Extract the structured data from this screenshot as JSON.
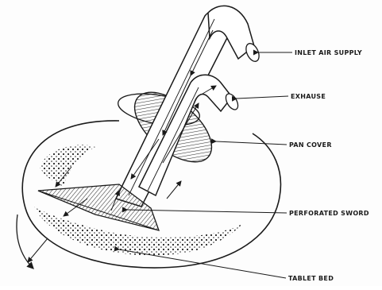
{
  "labels": {
    "inlet": "INLET AIR SUPPLY",
    "exhaust": "EXHAUSE",
    "pan_cover": "PAN COVER",
    "sword": "PERFORATED SWORD",
    "tablet_bed": "TABLET BED"
  },
  "colors": {
    "ink": "#1a1a1a",
    "paper": "#fdfdfd",
    "hatch": "#333333"
  }
}
